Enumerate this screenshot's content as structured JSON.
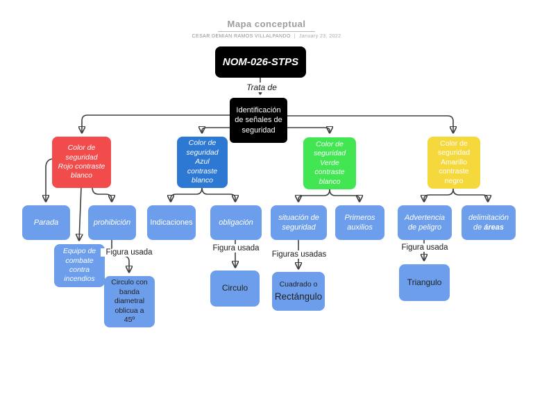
{
  "header": {
    "title": "Mapa conceptual",
    "author": "CESAR DEMIAN RAMOS VILLALPANDO",
    "separator": "|",
    "date": "January 23, 2022"
  },
  "edge_labels": {
    "root_edge": "Trata de",
    "figura_red": "Figura usada",
    "figura_blue": "Figura usada",
    "figuras_green": "Figuras usadas",
    "figura_yellow": "Figura usada"
  },
  "nodes": {
    "root": "NOM-026-STPS",
    "main": "Identificación\nde señales de\nseguridad",
    "red_parent": "Color de\nseguridad\nRojo contraste\nblanco",
    "blue_parent": "Color de\nseguridad\nAzul\ncontraste\nblanco",
    "green_parent": "Color de\nseguridad\nVerde\ncontraste\nblanco",
    "yellow_parent": "Color de\nseguridad\nAmarillo\ncontraste\nnegro",
    "parada": "Parada",
    "prohibicion": "prohibición",
    "equipo": "Equipo de\ncombate\ncontra\nincendios",
    "circulo_banda": "Circulo con\nbanda\ndiametral\noblicua a\n45º",
    "indicaciones": "Indicaciones",
    "obligacion": "obligación",
    "circulo": "Circulo",
    "situacion": "situación de\nseguridad",
    "cuadrado_line1": "Cuadrado o",
    "cuadrado_line2": "Rectángulo",
    "primeros": "Primeros\nauxilios",
    "advertencia": "Advertencia\nde peligro",
    "delimitacion_line1": "delimitación",
    "delimitacion_line2_prefix": "de ",
    "delimitacion_line2_bold": "áreas",
    "triangulo": "Triangulo"
  },
  "colors": {
    "red": "#F24B4B",
    "blue": "#2D78D2",
    "green": "#42E652",
    "yellow": "#F5D83B",
    "child_blue": "#6D9EEB",
    "node_black": "#000000",
    "connector": "#3E3E3E"
  }
}
